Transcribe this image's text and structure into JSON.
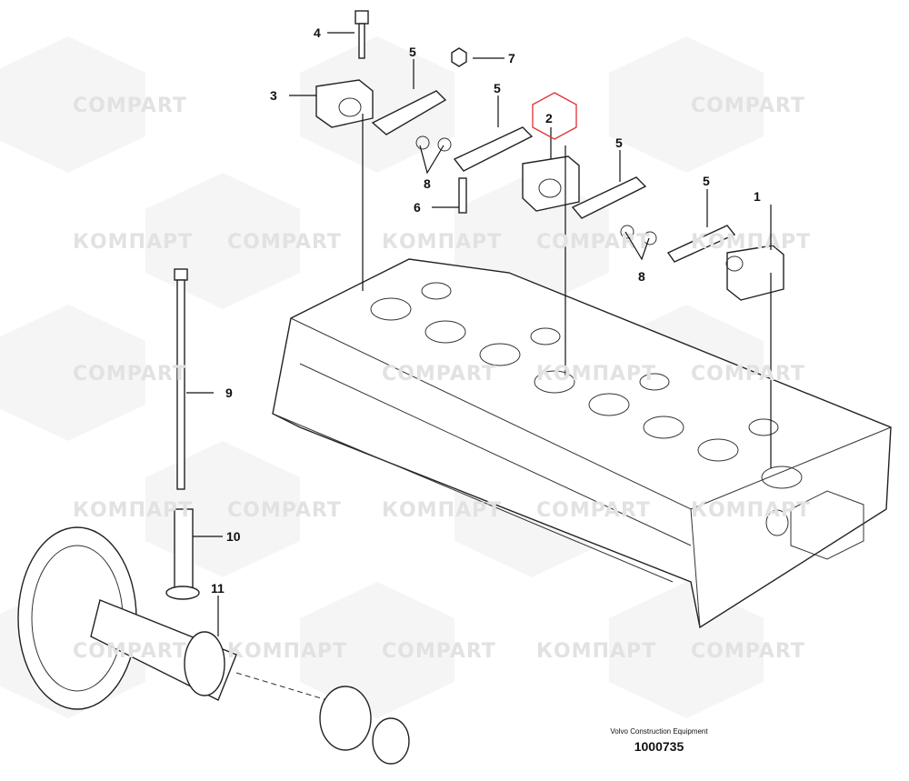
{
  "watermark": {
    "cyrillic": "КОМПАРТ",
    "latin": "COMPART"
  },
  "callouts": [
    "1",
    "2",
    "3",
    "4",
    "5",
    "5",
    "5",
    "5",
    "6",
    "7",
    "8",
    "8",
    "9",
    "10",
    "11"
  ],
  "highlight_color": "#e03030",
  "footer": {
    "maker": "Volvo Construction Equipment",
    "drawing_number": "1000735"
  }
}
